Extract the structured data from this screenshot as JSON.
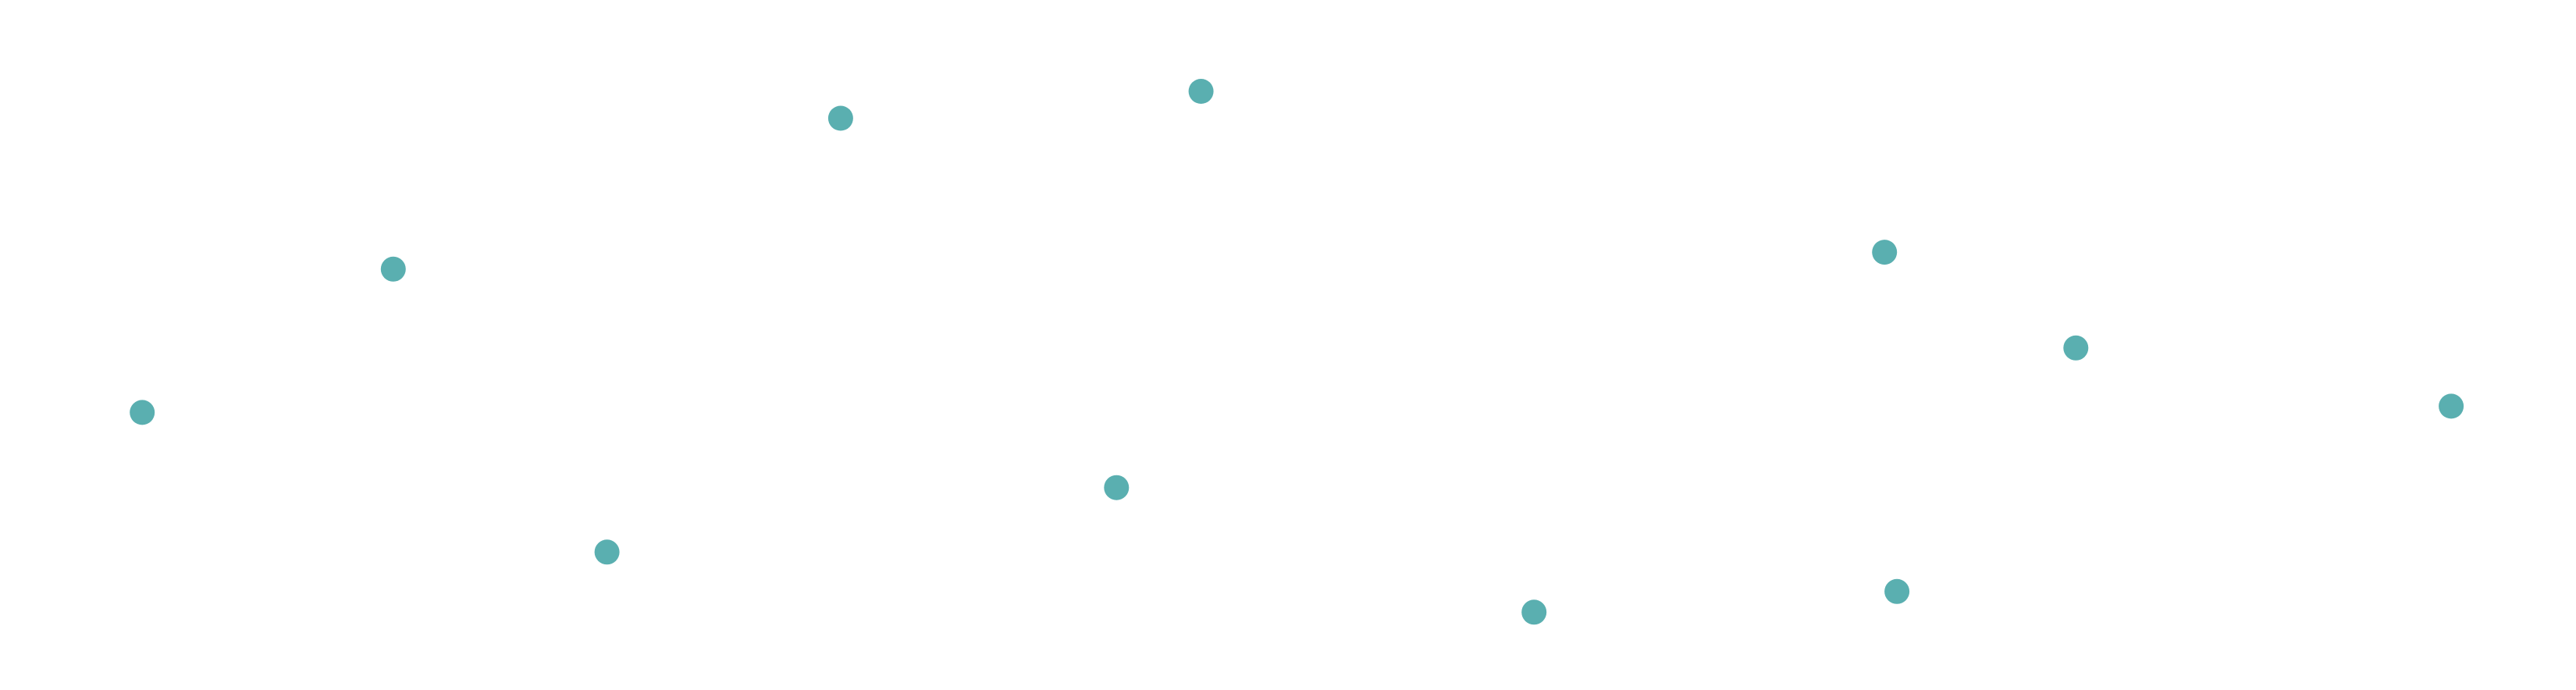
{
  "chart_data": {
    "type": "scatter",
    "xlim": [
      0,
      1
    ],
    "ylim": [
      0,
      1
    ],
    "grid": false,
    "axes_visible": false,
    "colors": {
      "point": "#5aafb0",
      "background": "#ffffff"
    },
    "points": [
      {
        "x": 0.039,
        "y": 0.391
      },
      {
        "x": 0.14,
        "y": 0.62
      },
      {
        "x": 0.226,
        "y": 0.168
      },
      {
        "x": 0.32,
        "y": 0.861
      },
      {
        "x": 0.431,
        "y": 0.271
      },
      {
        "x": 0.465,
        "y": 0.904
      },
      {
        "x": 0.599,
        "y": 0.072
      },
      {
        "x": 0.74,
        "y": 0.647
      },
      {
        "x": 0.745,
        "y": 0.105
      },
      {
        "x": 0.817,
        "y": 0.494
      },
      {
        "x": 0.968,
        "y": 0.401
      }
    ]
  }
}
